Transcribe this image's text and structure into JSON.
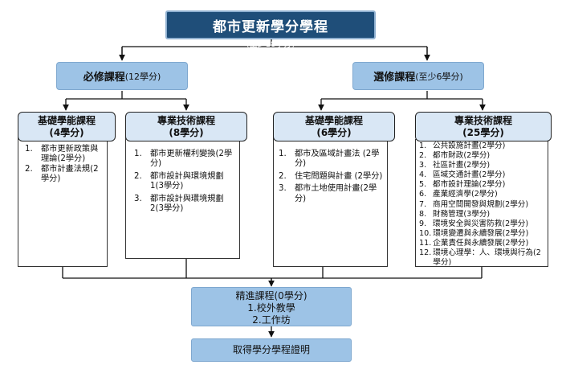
{
  "title": {
    "main": "都市更新學分學程",
    "sub": "(至少18學分)"
  },
  "required": {
    "label": "必修課程",
    "credits": "(12學分)"
  },
  "elective": {
    "label": "選修課程",
    "credits": "(至少6學分)"
  },
  "req_basic": {
    "title": "基礎學能課程",
    "credits": "(4學分)",
    "items": [
      {
        "n": "1.",
        "t": "都市更新政策與理論(2學分)"
      },
      {
        "n": "2.",
        "t": "都市計畫法規(2學分)"
      }
    ]
  },
  "req_pro": {
    "title": "專業技術課程",
    "credits": "(8學分)",
    "items": [
      {
        "n": "1.",
        "t": "都市更新權利變換(2學分)"
      },
      {
        "n": "2.",
        "t": "都市設計與環境規劃1(3學分)"
      },
      {
        "n": "3.",
        "t": "都市設計與環境規劃2(3學分)"
      }
    ]
  },
  "ele_basic": {
    "title": "基礎學能課程",
    "credits": "(6學分)",
    "items": [
      {
        "n": "1.",
        "t": "都市及區域計畫法 (2學分)"
      },
      {
        "n": "2.",
        "t": "住宅問題與計畫 (2學分)"
      },
      {
        "n": "3.",
        "t": "都市土地使用計畫(2學分)"
      }
    ]
  },
  "ele_pro": {
    "title": "專業技術課程",
    "credits": "(25學分)",
    "items": [
      {
        "n": "1.",
        "t": "公共設施計畫(2學分)"
      },
      {
        "n": "2.",
        "t": "都市財政(2學分)"
      },
      {
        "n": "3.",
        "t": "社區計畫(2學分)"
      },
      {
        "n": "4.",
        "t": "區域交通計畫(2學分)"
      },
      {
        "n": "5.",
        "t": "都市設計理論(2學分)"
      },
      {
        "n": "6.",
        "t": "產業經濟學(2學分)"
      },
      {
        "n": "7.",
        "t": "商用空間開發與規劃(2學分)"
      },
      {
        "n": "8.",
        "t": "財務管理(3學分)"
      },
      {
        "n": "9.",
        "t": "環境安全與災害防救(2學分)"
      },
      {
        "n": "10.",
        "t": "環境變遷與永續發展(2學分)"
      },
      {
        "n": "11.",
        "t": "企業責任與永續發展(2學分)"
      },
      {
        "n": "12.",
        "t": "環境心理學：人、環境與行為(2學分)"
      }
    ]
  },
  "advanced": {
    "title": "精進課程(0學分)",
    "items": [
      "1.校外教學",
      "2.工作坊"
    ]
  },
  "certificate": {
    "label": "取得學分學程證明"
  },
  "colors": {
    "title_bg": "#1f4e79",
    "light_blue": "#9dc3e6",
    "header_bg": "#d9e7f5",
    "arrow": "#111111"
  }
}
